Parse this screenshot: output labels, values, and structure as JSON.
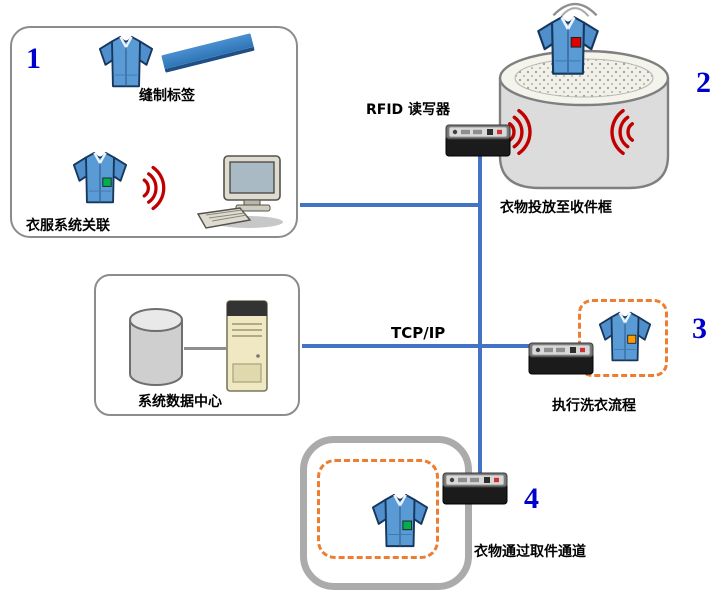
{
  "diagram": {
    "box_tagging": {
      "number": "1",
      "sew_label": "缝制标签",
      "assoc_label": "衣服系统关联"
    },
    "reader_label": "RFID 读写器",
    "basket": {
      "number": "2",
      "label": "衣物投放至收件框"
    },
    "data_center": {
      "label": "系统数据中心"
    },
    "network": {
      "label": "TCP/IP"
    },
    "washing": {
      "number": "3",
      "label": "执行洗衣流程"
    },
    "pickup": {
      "number": "4",
      "label": "衣物通过取件通道"
    }
  },
  "colors": {
    "connector_line": "#4472c4",
    "step_number": "#0000cd",
    "radio_wave": "#c00000",
    "zone_dashed": "#ed7d31",
    "label_strip": "#2e75b6",
    "tag_green": "#00b050",
    "tag_red": "#e00000",
    "tag_orange": "#ff9900"
  },
  "icons": {
    "shirt": "blue-collared-shirt",
    "label_strip": "blue-fabric-label",
    "radio_waves": "red-arc-waves",
    "computer": "desktop-computer",
    "rfid_reader": "rfid-reader-device",
    "laundry_basket": "round-hamper",
    "motion_swirl": "drop-in-swirl",
    "database": "cylinder-database",
    "server": "tower-server"
  }
}
